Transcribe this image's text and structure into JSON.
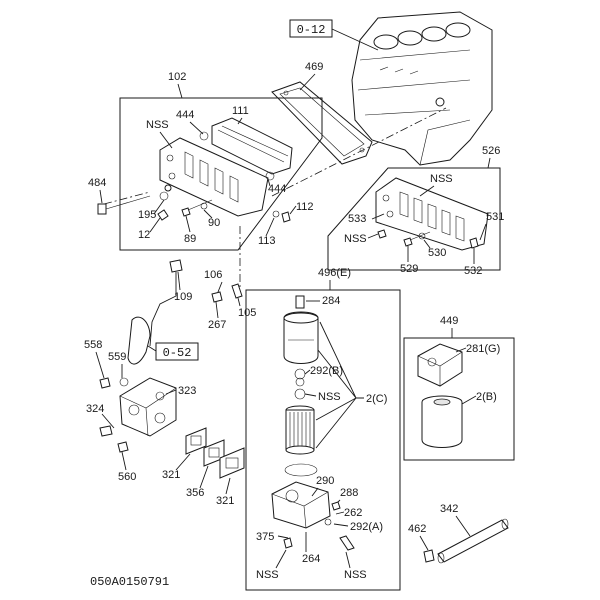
{
  "diagram": {
    "drawing_code": "050A0150791",
    "refs": {
      "engine": "0-12",
      "pipe": "0-52"
    },
    "labels": {
      "l102": "102",
      "l469": "469",
      "l444a": "444",
      "l111": "111",
      "lnss1": "NSS",
      "l444b": "444",
      "l484": "484",
      "l195": "195",
      "l12": "12",
      "l89": "89",
      "l90": "90",
      "l112": "112",
      "l113": "113",
      "l526": "526",
      "lnss2": "NSS",
      "l533": "533",
      "lnss3": "NSS",
      "l531": "531",
      "l529": "529",
      "l530": "530",
      "l532": "532",
      "l106": "106",
      "l109": "109",
      "l267": "267",
      "l105": "105",
      "l496": "496(E)",
      "l284": "284",
      "l449": "449",
      "l558": "558",
      "l559": "559",
      "l323": "323",
      "l324": "324",
      "l560": "560",
      "l292b": "292(B)",
      "lnss4": "NSS",
      "l2c": "2(C)",
      "l281g": "281(G)",
      "l2b": "2(B)",
      "l321a": "321",
      "l356": "356",
      "l321b": "321",
      "l290": "290",
      "l288": "288",
      "l262": "262",
      "l292a": "292(A)",
      "l375": "375",
      "l264": "264",
      "lnss5": "NSS",
      "lnss6": "NSS",
      "l342": "342",
      "l462": "462"
    }
  }
}
